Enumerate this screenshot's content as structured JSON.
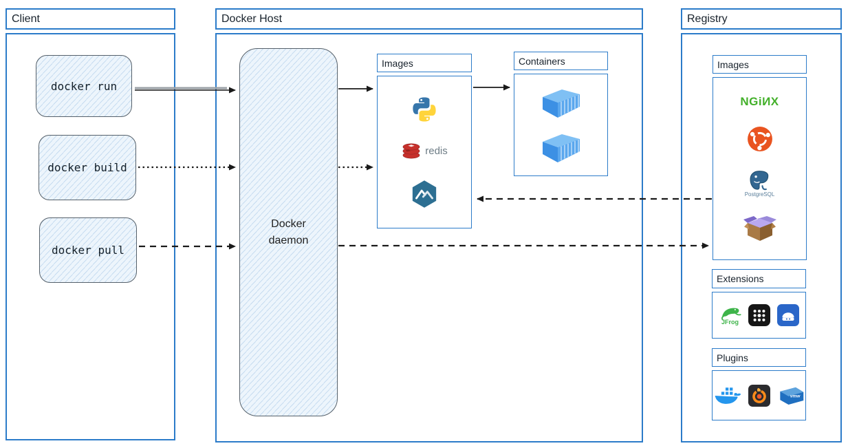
{
  "palette": {
    "border_blue": "#2b7bc9",
    "sketch_fill": "#edf5fc",
    "sketch_border": "#55606a",
    "arrow_color": "#1a1a1a",
    "nginx_green": "#43b02a",
    "ubuntu_orange": "#e95420",
    "redis_red": "#c6302b",
    "postgres_blue": "#336791",
    "docker_blue": "#2496ed",
    "container_blue": "#3c90e4",
    "alpine_steel_blue": "#2d6f92",
    "jfrog_green": "#3eb44a",
    "grafana_orange": "#ff8c1a",
    "vmware_blue": "#1f6fc0"
  },
  "client": {
    "title": "Client",
    "commands": [
      {
        "label": "docker run",
        "arrow_style": "solid"
      },
      {
        "label": "docker build",
        "arrow_style": "dotted"
      },
      {
        "label": "docker pull",
        "arrow_style": "dashed"
      }
    ]
  },
  "docker_host": {
    "title": "Docker Host",
    "daemon_label": "Docker daemon",
    "images_panel": {
      "title": "Images",
      "icons": [
        "python-logo",
        "redis-logo",
        "alpine-mountain-logo"
      ],
      "redis_text": "redis"
    },
    "containers_panel": {
      "title": "Containers",
      "icons": [
        "container-3d-icon",
        "container-3d-icon"
      ]
    }
  },
  "registry": {
    "title": "Registry",
    "images_panel": {
      "title": "Images",
      "icons": [
        "nginx-logo",
        "ubuntu-logo",
        "postgresql-logo",
        "busybox-logo"
      ],
      "nginx_text": "NGiИX",
      "postgresql_text": "PostgreSQL"
    },
    "extensions_panel": {
      "title": "Extensions",
      "icons": [
        "jfrog-logo",
        "dot-grid-icon",
        "server-dome-icon"
      ],
      "jfrog_text": "JFrog"
    },
    "plugins_panel": {
      "title": "Plugins",
      "icons": [
        "docker-whale-logo",
        "grafana-logo",
        "vmware-logo"
      ],
      "vmware_text": "vmw"
    }
  }
}
